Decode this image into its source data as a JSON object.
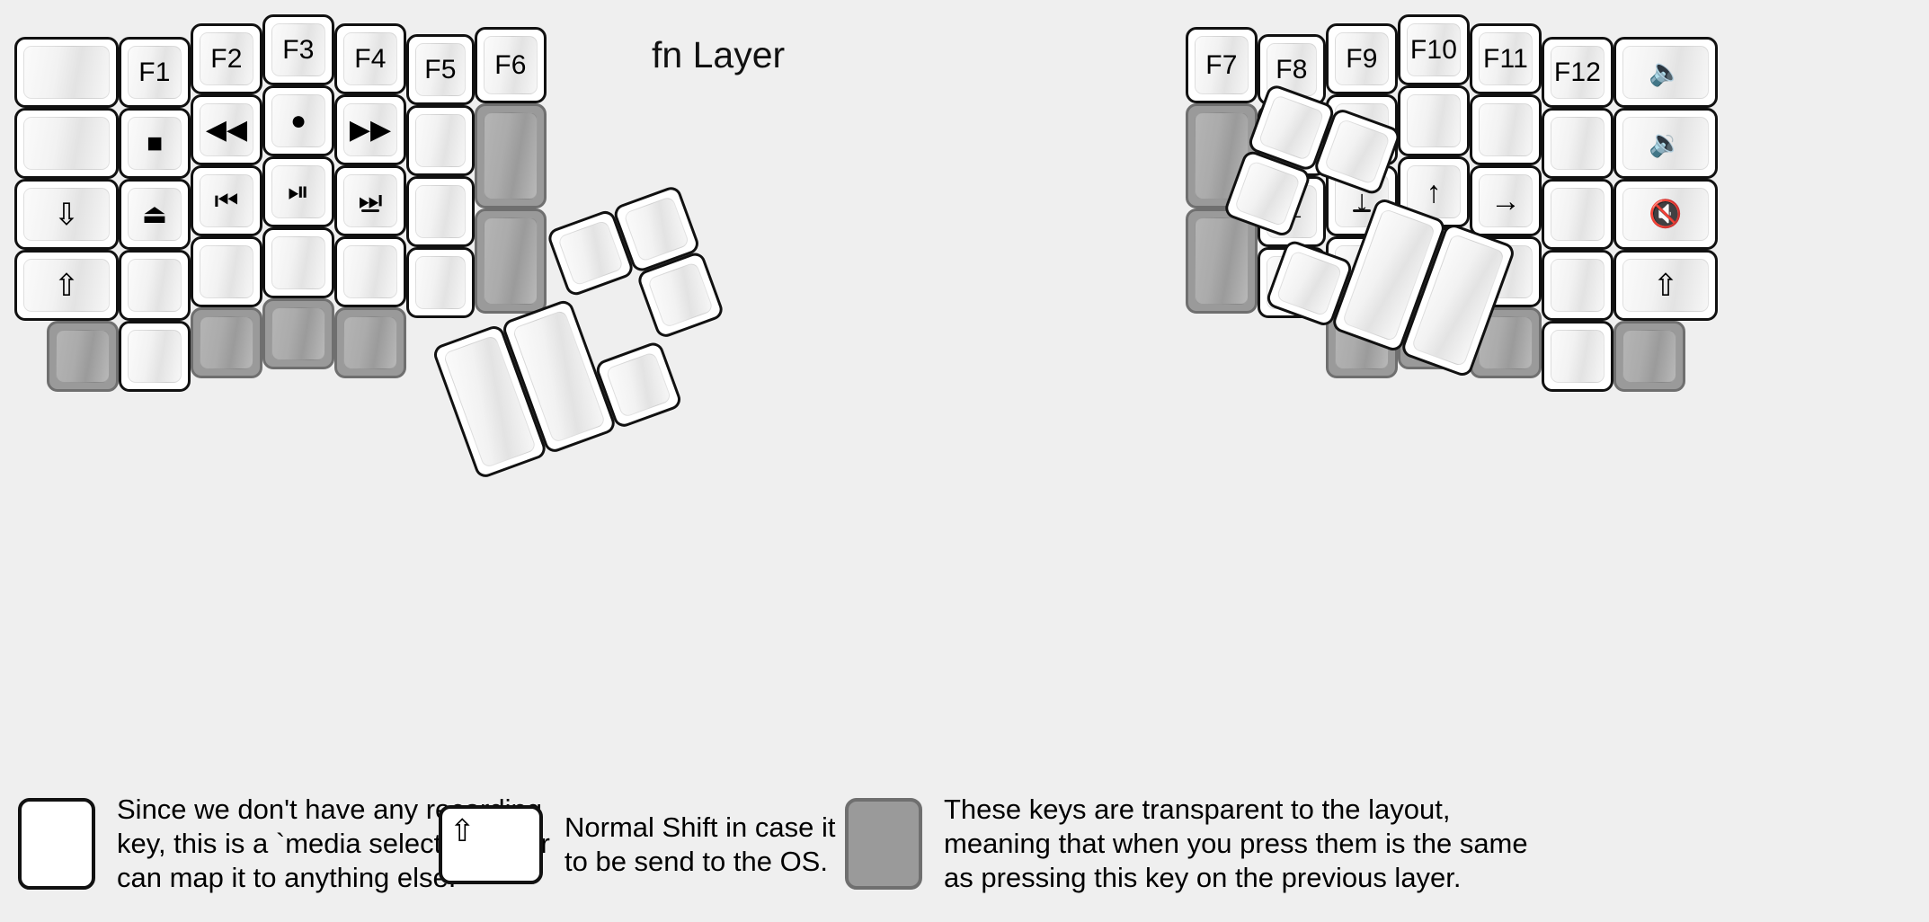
{
  "title": "fn Layer",
  "colors": {
    "background": "#efefef",
    "keycap_border": "#111111",
    "keycap_face_light": "#fbfbfb",
    "keycap_face_shade": "#e3e3e3",
    "transparent_key": "#9a9a9a",
    "transparent_key_border": "#6f6f6f",
    "legend_text": "#000000"
  },
  "left_half": {
    "columns": [
      {
        "name": "col-pinky-outer",
        "keys": [
          {
            "label": "",
            "icon": "",
            "style": "normal"
          },
          {
            "label": "",
            "icon": "",
            "style": "normal"
          },
          {
            "label": "",
            "icon": "caps-lock-icon",
            "style": "normal"
          },
          {
            "label": "",
            "icon": "shift-icon",
            "style": "normal"
          },
          {
            "label": "",
            "icon": "",
            "style": "transparent"
          }
        ]
      },
      {
        "name": "col-pinky",
        "keys": [
          {
            "label": "F1",
            "icon": "",
            "style": "normal"
          },
          {
            "label": "",
            "icon": "media-stop-icon",
            "style": "normal"
          },
          {
            "label": "",
            "icon": "media-eject-icon",
            "style": "normal"
          },
          {
            "label": "",
            "icon": "",
            "style": "normal"
          },
          {
            "label": "",
            "icon": "",
            "style": "normal"
          }
        ]
      },
      {
        "name": "col-ring",
        "keys": [
          {
            "label": "F2",
            "icon": "",
            "style": "normal"
          },
          {
            "label": "",
            "icon": "media-rewind-icon",
            "style": "normal"
          },
          {
            "label": "",
            "icon": "media-previous-icon",
            "style": "normal"
          },
          {
            "label": "",
            "icon": "",
            "style": "normal"
          },
          {
            "label": "",
            "icon": "",
            "style": "transparent"
          }
        ]
      },
      {
        "name": "col-middle",
        "keys": [
          {
            "label": "F3",
            "icon": "",
            "style": "normal"
          },
          {
            "label": "",
            "icon": "media-record-icon",
            "style": "normal"
          },
          {
            "label": "",
            "icon": "media-play-pause-icon",
            "style": "normal"
          },
          {
            "label": "",
            "icon": "",
            "style": "normal"
          },
          {
            "label": "",
            "icon": "",
            "style": "transparent"
          }
        ]
      },
      {
        "name": "col-index",
        "keys": [
          {
            "label": "F4",
            "icon": "",
            "style": "normal"
          },
          {
            "label": "",
            "icon": "media-fast-forward-icon",
            "style": "normal"
          },
          {
            "label": "",
            "icon": "media-next-icon",
            "style": "normal"
          },
          {
            "label": "",
            "icon": "",
            "style": "normal"
          },
          {
            "label": "",
            "icon": "",
            "style": "transparent"
          }
        ]
      },
      {
        "name": "col-index-inner",
        "keys": [
          {
            "label": "F5",
            "icon": "",
            "style": "normal"
          },
          {
            "label": "",
            "icon": "",
            "style": "normal"
          },
          {
            "label": "",
            "icon": "",
            "style": "normal"
          },
          {
            "label": "",
            "icon": "",
            "style": "normal"
          }
        ]
      },
      {
        "name": "col-inner",
        "keys": [
          {
            "label": "F6",
            "icon": "",
            "style": "normal"
          },
          {
            "label": "",
            "icon": "",
            "style": "transparent"
          },
          {
            "label": "",
            "icon": "",
            "style": "transparent"
          }
        ]
      }
    ],
    "thumb_cluster": {
      "name": "left-thumb-cluster",
      "rotation_deg": -20,
      "keys": [
        {
          "label": "",
          "icon": "",
          "style": "normal",
          "size": "2u"
        },
        {
          "label": "",
          "icon": "",
          "style": "normal",
          "size": "2u"
        },
        {
          "label": "",
          "icon": "",
          "style": "normal",
          "size": "1u"
        },
        {
          "label": "",
          "icon": "",
          "style": "normal",
          "size": "1u"
        },
        {
          "label": "",
          "icon": "",
          "style": "normal",
          "size": "1u"
        }
      ]
    }
  },
  "right_half": {
    "columns": [
      {
        "name": "col-inner",
        "keys": [
          {
            "label": "F7",
            "icon": "",
            "style": "normal"
          },
          {
            "label": "",
            "icon": "",
            "style": "transparent"
          },
          {
            "label": "",
            "icon": "",
            "style": "transparent"
          }
        ]
      },
      {
        "name": "col-index-inner",
        "keys": [
          {
            "label": "F8",
            "icon": "",
            "style": "normal"
          },
          {
            "label": "",
            "icon": "",
            "style": "normal"
          },
          {
            "label": "",
            "icon": "arrow-left-icon",
            "style": "normal"
          },
          {
            "label": "",
            "icon": "",
            "style": "normal"
          }
        ]
      },
      {
        "name": "col-index",
        "keys": [
          {
            "label": "F9",
            "icon": "",
            "style": "normal"
          },
          {
            "label": "",
            "icon": "",
            "style": "normal"
          },
          {
            "label": "",
            "icon": "arrow-down-icon",
            "style": "normal"
          },
          {
            "label": "",
            "icon": "",
            "style": "normal"
          },
          {
            "label": "",
            "icon": "",
            "style": "transparent"
          }
        ]
      },
      {
        "name": "col-middle",
        "keys": [
          {
            "label": "F10",
            "icon": "",
            "style": "normal"
          },
          {
            "label": "",
            "icon": "",
            "style": "normal"
          },
          {
            "label": "",
            "icon": "arrow-up-icon",
            "style": "normal"
          },
          {
            "label": "",
            "icon": "",
            "style": "normal"
          },
          {
            "label": "",
            "icon": "",
            "style": "transparent"
          }
        ]
      },
      {
        "name": "col-ring",
        "keys": [
          {
            "label": "F11",
            "icon": "",
            "style": "normal"
          },
          {
            "label": "",
            "icon": "",
            "style": "normal"
          },
          {
            "label": "",
            "icon": "arrow-right-icon",
            "style": "normal"
          },
          {
            "label": "",
            "icon": "",
            "style": "normal"
          },
          {
            "label": "",
            "icon": "",
            "style": "transparent"
          }
        ]
      },
      {
        "name": "col-pinky",
        "keys": [
          {
            "label": "F12",
            "icon": "",
            "style": "normal"
          },
          {
            "label": "",
            "icon": "",
            "style": "normal"
          },
          {
            "label": "",
            "icon": "",
            "style": "normal"
          },
          {
            "label": "",
            "icon": "",
            "style": "normal"
          },
          {
            "label": "",
            "icon": "",
            "style": "normal"
          }
        ]
      },
      {
        "name": "col-pinky-outer",
        "keys": [
          {
            "label": "",
            "icon": "volume-up-icon",
            "style": "normal"
          },
          {
            "label": "",
            "icon": "volume-down-icon",
            "style": "normal"
          },
          {
            "label": "",
            "icon": "volume-mute-icon",
            "style": "normal"
          },
          {
            "label": "",
            "icon": "shift-icon",
            "style": "normal"
          },
          {
            "label": "",
            "icon": "",
            "style": "transparent"
          }
        ]
      }
    ],
    "thumb_cluster": {
      "name": "right-thumb-cluster",
      "rotation_deg": 20,
      "keys": [
        {
          "label": "",
          "icon": "",
          "style": "normal",
          "size": "1u"
        },
        {
          "label": "",
          "icon": "",
          "style": "normal",
          "size": "1u"
        },
        {
          "label": "",
          "icon": "",
          "style": "normal",
          "size": "1u"
        },
        {
          "label": "",
          "icon": "",
          "style": "normal",
          "size": "2u"
        },
        {
          "label": "",
          "icon": "",
          "style": "normal",
          "size": "2u"
        }
      ]
    }
  },
  "legend": {
    "items": [
      {
        "key_icon": "media-record-icon",
        "key_style": "normal",
        "text": "Since we don't have any recording\nkey, this is a `media select` so user\ncan map it to anything else."
      },
      {
        "key_icon": "shift-icon",
        "key_style": "normal",
        "text": "Normal Shift in case it needs\nto be send to the OS."
      },
      {
        "key_icon": "",
        "key_style": "transparent",
        "text": "These keys are transparent to the layout,\nmeaning that when you press them is the same\nas pressing this key on the previous layer."
      }
    ]
  }
}
